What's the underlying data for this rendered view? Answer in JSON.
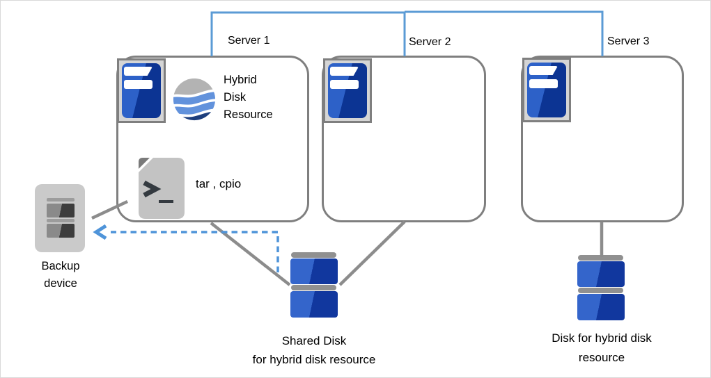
{
  "colors": {
    "interconnect_blue": "#5b9bd5",
    "arrow_blue": "#4f94d9",
    "connector_gray": "#8c8c8c",
    "box_border_gray": "#7f7f7f",
    "server_blue_light": "#2d61c8",
    "server_blue_dark": "#0c3493",
    "disk_blue_light": "#3465cb",
    "disk_blue_dark": "#11379e"
  },
  "servers": [
    {
      "label": "Server 1"
    },
    {
      "label": "Server 2"
    },
    {
      "label": "Server 3"
    }
  ],
  "server1": {
    "resource_label": "Hybrid\nDisk\nResource",
    "backup_tools_label": "tar , cpio"
  },
  "backup_device": {
    "label": "Backup\ndevice"
  },
  "shared_disk": {
    "label": "Shared Disk\nfor hybrid disk resource"
  },
  "hybrid_disk": {
    "label": "Disk for hybrid disk\nresource"
  },
  "icons": {
    "server": "server-tower-icon",
    "hybrid_disk_resource": "hybrid-disk-swirl-icon",
    "script_file": "shell-script-file-icon",
    "backup_device": "tape-backup-device-icon",
    "shared_disk": "stacked-disks-icon",
    "hybrid_disk": "stacked-disks-icon"
  }
}
